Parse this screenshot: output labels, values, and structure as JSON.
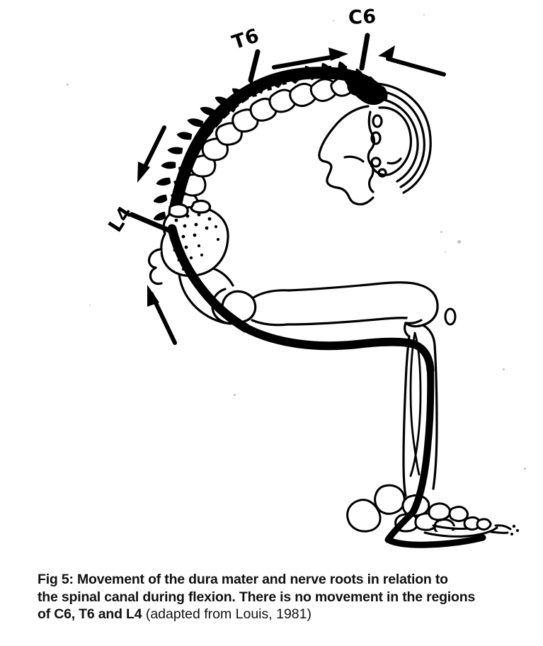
{
  "figure": {
    "id": "Fig 5",
    "title": "Movement of the dura mater and nerve roots in relation to the spinal canal during flexion",
    "subject": "human-body-in-forward-flexion-lateral-view",
    "caption": {
      "line1": "Fig 5: Movement of the dura mater and nerve roots in relation to",
      "line2": "the spinal canal during flexion. There is no movement in the regions",
      "line3_bold": "of C6, T6 and L4",
      "line3_source": " (adapted from Louis, 1981)"
    },
    "labels": [
      {
        "id": "c6",
        "text": "C6",
        "meaning": "sixth-cervical-vertebra-no-movement-region"
      },
      {
        "id": "t6",
        "text": "T6",
        "meaning": "sixth-thoracic-vertebra-no-movement-region"
      },
      {
        "id": "l4",
        "text": "L4",
        "meaning": "fourth-lumbar-vertebra-no-movement-region"
      }
    ],
    "arrows": [
      {
        "id": "cervical-right",
        "direction": "right",
        "region": "cervical-toward-C6"
      },
      {
        "id": "cervical-left",
        "direction": "left",
        "region": "occiput-toward-C6"
      },
      {
        "id": "thoracic-down",
        "direction": "down-right",
        "region": "thoracic-toward-T6"
      },
      {
        "id": "lumbar-up",
        "direction": "up-left",
        "region": "lumbosacral-toward-L4"
      }
    ],
    "structures": [
      {
        "id": "skull",
        "label": "skull-and-head-profile"
      },
      {
        "id": "vertebral-column",
        "label": "vertebral-bodies-chain"
      },
      {
        "id": "spinous-processes",
        "label": "spinous-processes"
      },
      {
        "id": "dura-mater",
        "label": "dura-mater-and-spinal-cord"
      },
      {
        "id": "nerve-roots",
        "label": "nerve-roots"
      },
      {
        "id": "pelvis",
        "label": "pelvis-ilium-sacrum"
      },
      {
        "id": "femur",
        "label": "femur"
      },
      {
        "id": "patella",
        "label": "patella"
      },
      {
        "id": "tibia",
        "label": "tibia"
      },
      {
        "id": "fibula",
        "label": "fibula"
      },
      {
        "id": "foot",
        "label": "foot-tarsals-metatarsals-phalanges"
      },
      {
        "id": "sciatic-nerve",
        "label": "sciatic-nerve-and-peripheral-nerve-trunk"
      }
    ],
    "colors": {
      "ink": "#000000",
      "paper": "#ffffff",
      "caption_ink": "#111111"
    }
  }
}
